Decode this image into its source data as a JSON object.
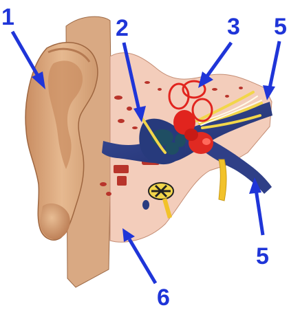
{
  "labels": {
    "l1": "1",
    "l2": "2",
    "l3": "3",
    "l5a": "5",
    "l5b": "5",
    "l6": "6"
  },
  "colors": {
    "label": "#1f35d8",
    "skin": "#dfae84",
    "tissue": "#f0c7b4",
    "canal": "#2e3f86",
    "cochlea": "#e1241e",
    "bone_spots": "#c0392b",
    "nerve": "#f2d64a"
  }
}
